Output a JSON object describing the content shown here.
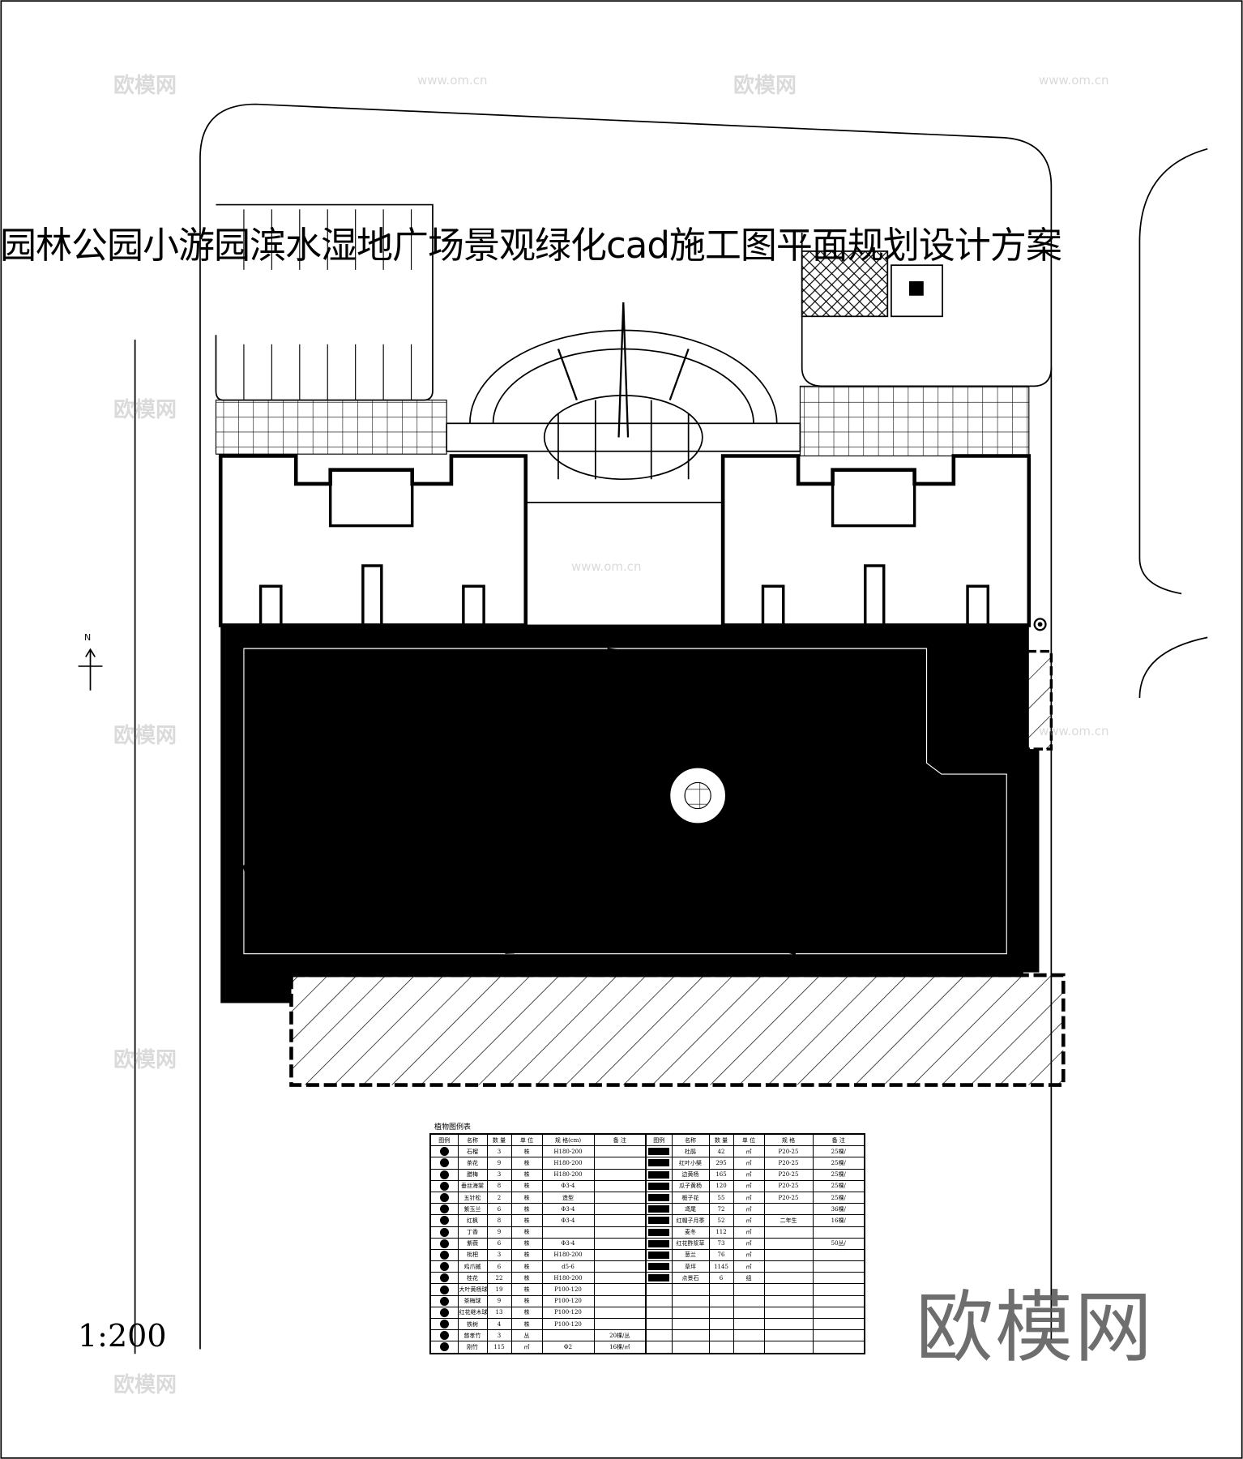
{
  "title": "园林公园小游园滨水湿地广场景观绿化cad施工图平面规划设计方案",
  "scale_label": "1:200",
  "north_label": "N",
  "watermark": {
    "logo": "欧模网",
    "url": "www.om.cn"
  },
  "legend_table": {
    "caption": "植物图例表",
    "headers_left": [
      "图例",
      "名称",
      "数 量",
      "单 位",
      "规 格(cm)",
      "备 注"
    ],
    "headers_right": [
      "图例",
      "名称",
      "数 量",
      "单 位",
      "规 格",
      "备 注"
    ],
    "left_rows": [
      {
        "name": "石榴",
        "qty": "3",
        "unit": "株",
        "spec": "H180-200",
        "note": ""
      },
      {
        "name": "茶花",
        "qty": "9",
        "unit": "株",
        "spec": "H180-200",
        "note": ""
      },
      {
        "name": "腊梅",
        "qty": "3",
        "unit": "株",
        "spec": "H180-200",
        "note": ""
      },
      {
        "name": "垂丝海棠",
        "qty": "8",
        "unit": "株",
        "spec": "Φ3-4",
        "note": ""
      },
      {
        "name": "五针松",
        "qty": "2",
        "unit": "株",
        "spec": "造型",
        "note": ""
      },
      {
        "name": "紫玉兰",
        "qty": "6",
        "unit": "株",
        "spec": "Φ3-4",
        "note": ""
      },
      {
        "name": "红枫",
        "qty": "8",
        "unit": "株",
        "spec": "Φ3-4",
        "note": ""
      },
      {
        "name": "丁香",
        "qty": "9",
        "unit": "株",
        "spec": "",
        "note": ""
      },
      {
        "name": "紫薇",
        "qty": "6",
        "unit": "株",
        "spec": "Φ3-4",
        "note": ""
      },
      {
        "name": "枇杷",
        "qty": "3",
        "unit": "株",
        "spec": "H180-200",
        "note": ""
      },
      {
        "name": "鸡爪槭",
        "qty": "6",
        "unit": "株",
        "spec": "d5-6",
        "note": ""
      },
      {
        "name": "桂花",
        "qty": "22",
        "unit": "株",
        "spec": "H180-200",
        "note": ""
      },
      {
        "name": "大叶黄杨球",
        "qty": "19",
        "unit": "株",
        "spec": "P100-120",
        "note": ""
      },
      {
        "name": "茶梅球",
        "qty": "9",
        "unit": "株",
        "spec": "P100-120",
        "note": ""
      },
      {
        "name": "红花继木球",
        "qty": "13",
        "unit": "株",
        "spec": "P100-120",
        "note": ""
      },
      {
        "name": "铁树",
        "qty": "4",
        "unit": "株",
        "spec": "P100-120",
        "note": ""
      },
      {
        "name": "慈孝竹",
        "qty": "3",
        "unit": "丛",
        "spec": "",
        "note": "20棵/丛"
      },
      {
        "name": "刚竹",
        "qty": "115",
        "unit": "㎡",
        "spec": "Φ2",
        "note": "16棵/㎡"
      }
    ],
    "right_rows": [
      {
        "name": "杜鹃",
        "qty": "42",
        "unit": "㎡",
        "spec": "P20-25",
        "note": "25棵/"
      },
      {
        "name": "红叶小檗",
        "qty": "295",
        "unit": "㎡",
        "spec": "P20-25",
        "note": "25棵/"
      },
      {
        "name": "边黄杨",
        "qty": "165",
        "unit": "㎡",
        "spec": "P20-25",
        "note": "25棵/"
      },
      {
        "name": "瓜子黄杨",
        "qty": "120",
        "unit": "㎡",
        "spec": "P20-25",
        "note": "25棵/"
      },
      {
        "name": "栀子花",
        "qty": "55",
        "unit": "㎡",
        "spec": "P20-25",
        "note": "25棵/"
      },
      {
        "name": "鸢尾",
        "qty": "72",
        "unit": "㎡",
        "spec": "",
        "note": "36棵/"
      },
      {
        "name": "红帽子月季",
        "qty": "52",
        "unit": "㎡",
        "spec": "二年生",
        "note": "16棵/"
      },
      {
        "name": "麦冬",
        "qty": "112",
        "unit": "㎡",
        "spec": "",
        "note": ""
      },
      {
        "name": "红花酢浆草",
        "qty": "73",
        "unit": "㎡",
        "spec": "",
        "note": "50丛/"
      },
      {
        "name": "葱兰",
        "qty": "76",
        "unit": "㎡",
        "spec": "",
        "note": ""
      },
      {
        "name": "草坪",
        "qty": "1145",
        "unit": "㎡",
        "spec": "",
        "note": ""
      },
      {
        "name": "点景石",
        "qty": "6",
        "unit": "组",
        "spec": "",
        "note": ""
      }
    ]
  },
  "colors": {
    "line": "#000000",
    "background": "#ffffff",
    "watermark": "#969696"
  }
}
